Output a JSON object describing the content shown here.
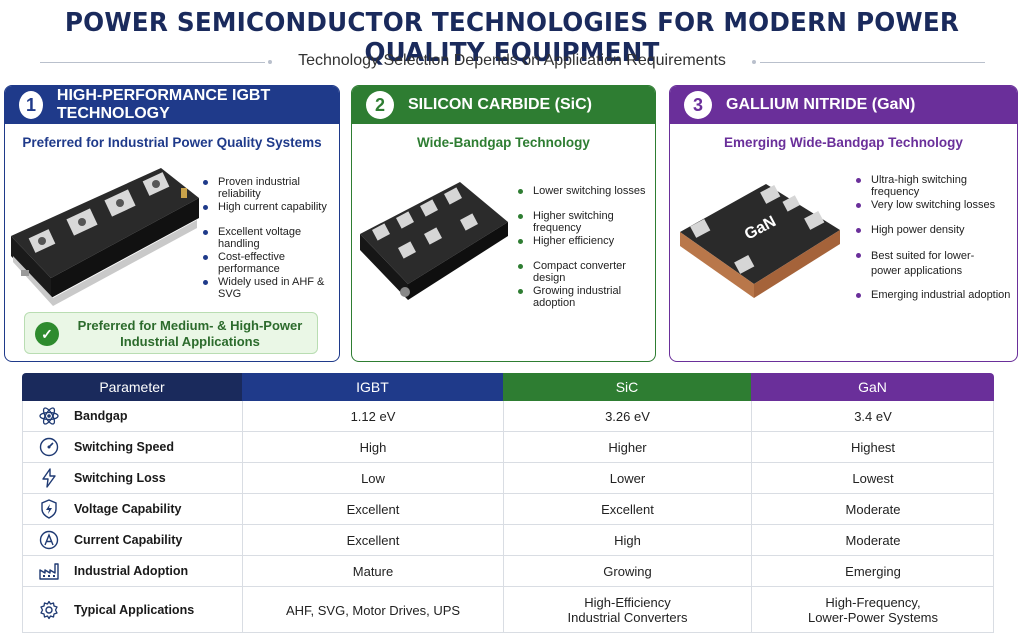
{
  "title": "POWER SEMICONDUCTOR TECHNOLOGIES FOR MODERN POWER QUALITY EQUIPMENT",
  "subtitle": "Technology Selection Depends on Application Requirements",
  "colors": {
    "igbt": "#1f3a8a",
    "sic": "#2e7d32",
    "gan": "#6a2f9a",
    "header_dark": "#1a2a5c"
  },
  "cards": [
    {
      "number": "1",
      "title": "HIGH-PERFORMANCE IGBT TECHNOLOGY",
      "subtitle": "Preferred for Industrial Power Quality Systems",
      "bullets": [
        "Proven industrial reliability",
        "High current capability",
        "Excellent voltage handling",
        "Cost-effective performance",
        "Widely used in AHF & SVG"
      ],
      "badge_icon": "check-circle-icon",
      "badge_line1": "Preferred for Medium- & High-Power",
      "badge_line2": "Industrial Applications"
    },
    {
      "number": "2",
      "title": "SILICON CARBIDE (SiC)",
      "subtitle": "Wide-Bandgap Technology",
      "bullets": [
        "Lower switching losses",
        "Higher switching frequency",
        "Higher efficiency",
        "Compact converter design",
        "Growing industrial adoption"
      ]
    },
    {
      "number": "3",
      "title": "GALLIUM NITRIDE (GaN)",
      "subtitle": "Emerging Wide-Bandgap Technology",
      "chip_label": "GaN",
      "bullets": [
        "Ultra-high switching frequency",
        "Very low switching losses",
        "High power density",
        "Best suited for lower-",
        "power applications",
        "Emerging industrial adoption"
      ]
    }
  ],
  "table": {
    "headers": [
      "Parameter",
      "IGBT",
      "SiC",
      "GaN"
    ],
    "rows": [
      {
        "icon": "atom-icon",
        "param": "Bandgap",
        "igbt": "1.12 eV",
        "sic": "3.26 eV",
        "gan": "3.4 eV"
      },
      {
        "icon": "speedometer-icon",
        "param": "Switching Speed",
        "igbt": "High",
        "sic": "Higher",
        "gan": "Highest"
      },
      {
        "icon": "lightning-icon",
        "param": "Switching Loss",
        "igbt": "Low",
        "sic": "Lower",
        "gan": "Lowest"
      },
      {
        "icon": "shield-lightning-icon",
        "param": "Voltage Capability",
        "igbt": "Excellent",
        "sic": "Excellent",
        "gan": "Moderate"
      },
      {
        "icon": "ampere-icon",
        "param": "Current Capability",
        "igbt": "Excellent",
        "sic": "High",
        "gan": "Moderate"
      },
      {
        "icon": "factory-icon",
        "param": "Industrial Adoption",
        "igbt": "Mature",
        "sic": "Growing",
        "gan": "Emerging"
      },
      {
        "icon": "gear-icon",
        "param": "Typical Applications",
        "igbt": "AHF, SVG, Motor Drives, UPS",
        "sic_1": "High-Efficiency",
        "sic_2": "Industrial Converters",
        "gan_1": "High-Frequency,",
        "gan_2": "Lower-Power Systems"
      }
    ]
  }
}
